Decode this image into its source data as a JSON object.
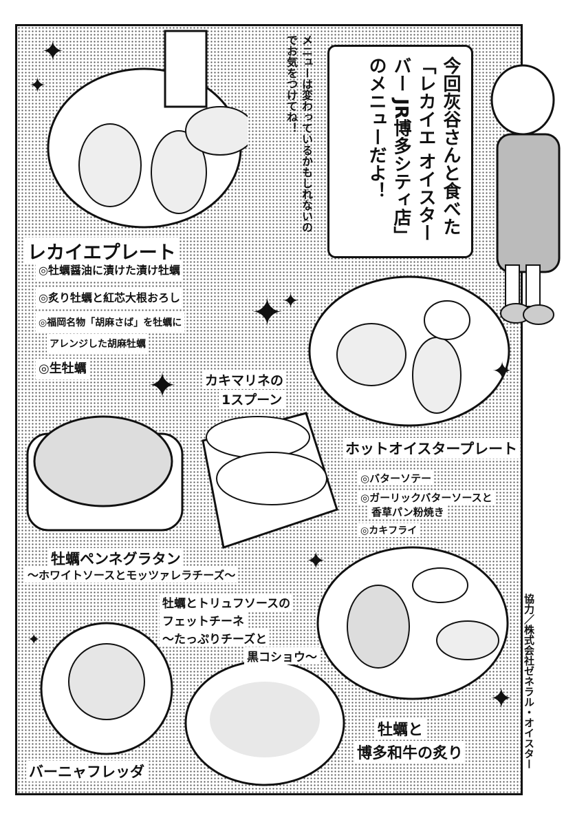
{
  "speech_bubble": "今回灰谷さんと食べた「レカイエ オイスターバー JR博多シティ店」のメニューだよ！",
  "note": "メニューは変わっているかもしれないのでお気をつけてね！",
  "sections": {
    "lecaye_plate": {
      "title": "レカイエプレート",
      "items": [
        "◎牡蠣醤油に漬けた漬け牡蠣",
        "◎炙り牡蠣と紅芯大根おろし",
        "◎福岡名物「胡麻さば」を牡蠣に",
        "アレンジした胡麻牡蠣",
        "◎生牡蠣"
      ]
    },
    "marine": {
      "title_line1": "カキマリネの",
      "title_line2": "1スプーン"
    },
    "hot_plate": {
      "title": "ホットオイスタープレート",
      "items": [
        "◎バターソテー",
        "◎ガーリックバターソースと",
        "香草パン粉焼き",
        "◎カキフライ"
      ]
    },
    "gratin": {
      "title": "牡蠣ペンネグラタン",
      "subtitle": "〜ホワイトソースとモッツァレラチーズ〜"
    },
    "fettuccine": {
      "line1": "牡蠣とトリュフソースの",
      "line2": "フェットチーネ",
      "line3": "〜たっぷりチーズと",
      "line4": "黒コショウ〜"
    },
    "bagna": {
      "title": "バーニャフレッダ"
    },
    "wagyu": {
      "line1": "牡蠣と",
      "line2": "博多和牛の炙り"
    }
  },
  "credit": "協力／株式会社ゼネラル・オイスター"
}
